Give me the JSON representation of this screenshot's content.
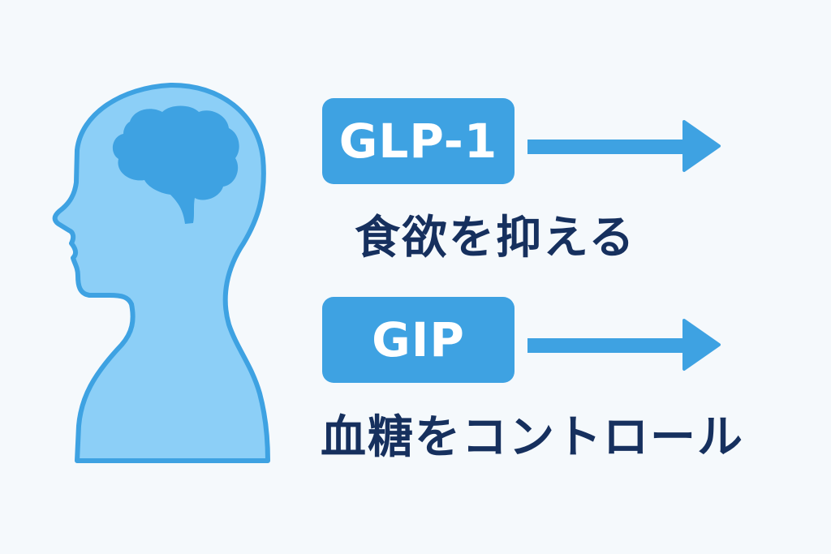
{
  "colors": {
    "primary": "#3ea2e2",
    "head_fill": "#8ccff7",
    "text": "#16305e",
    "background": "#f5f9fc"
  },
  "items": [
    {
      "label": "GLP-1",
      "effect": "食欲を抑える"
    },
    {
      "label": "GIP",
      "effect": "血糖をコントロール"
    }
  ]
}
